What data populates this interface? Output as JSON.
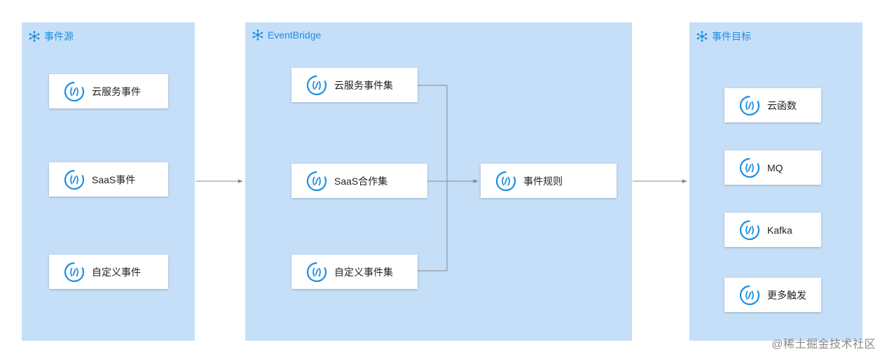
{
  "panels": {
    "source": {
      "title": "事件源",
      "nodes": [
        "云服务事件",
        "SaaS事件",
        "自定义事件"
      ]
    },
    "bridge": {
      "title": "EventBridge",
      "nodes": [
        "云服务事件集",
        "SaaS合作集",
        "自定义事件集",
        "事件规则"
      ]
    },
    "target": {
      "title": "事件目标",
      "nodes": [
        "云函数",
        "MQ",
        "Kafka",
        "更多触发"
      ]
    }
  },
  "watermark": "@稀土掘金技术社区",
  "colors": {
    "panel": "#c6dff8",
    "accent": "#1d8fe0",
    "line": "#888888"
  },
  "icons": {
    "panel": "network-icon",
    "node": "event-icon"
  }
}
